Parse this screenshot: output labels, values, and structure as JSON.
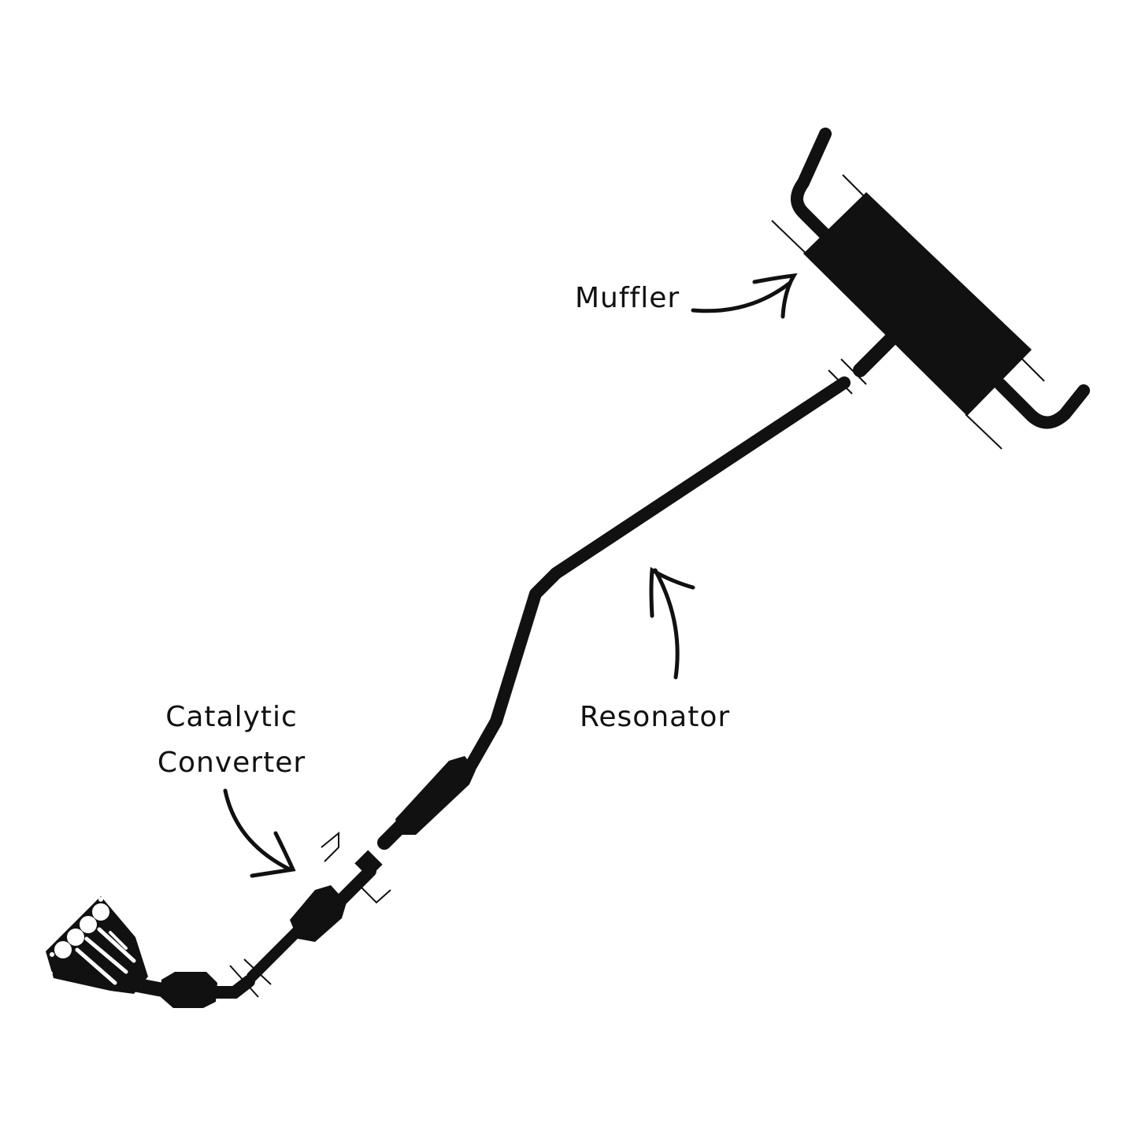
{
  "diagram": {
    "background": "#ffffff",
    "ink": "#111111",
    "labels": {
      "muffler": "Muffler",
      "resonator": "Resonator",
      "catalytic_line1": "Catalytic",
      "catalytic_line2": "Converter"
    },
    "components": [
      "exhaust-manifold",
      "catalytic-converter",
      "resonator-pipe",
      "muffler"
    ]
  }
}
